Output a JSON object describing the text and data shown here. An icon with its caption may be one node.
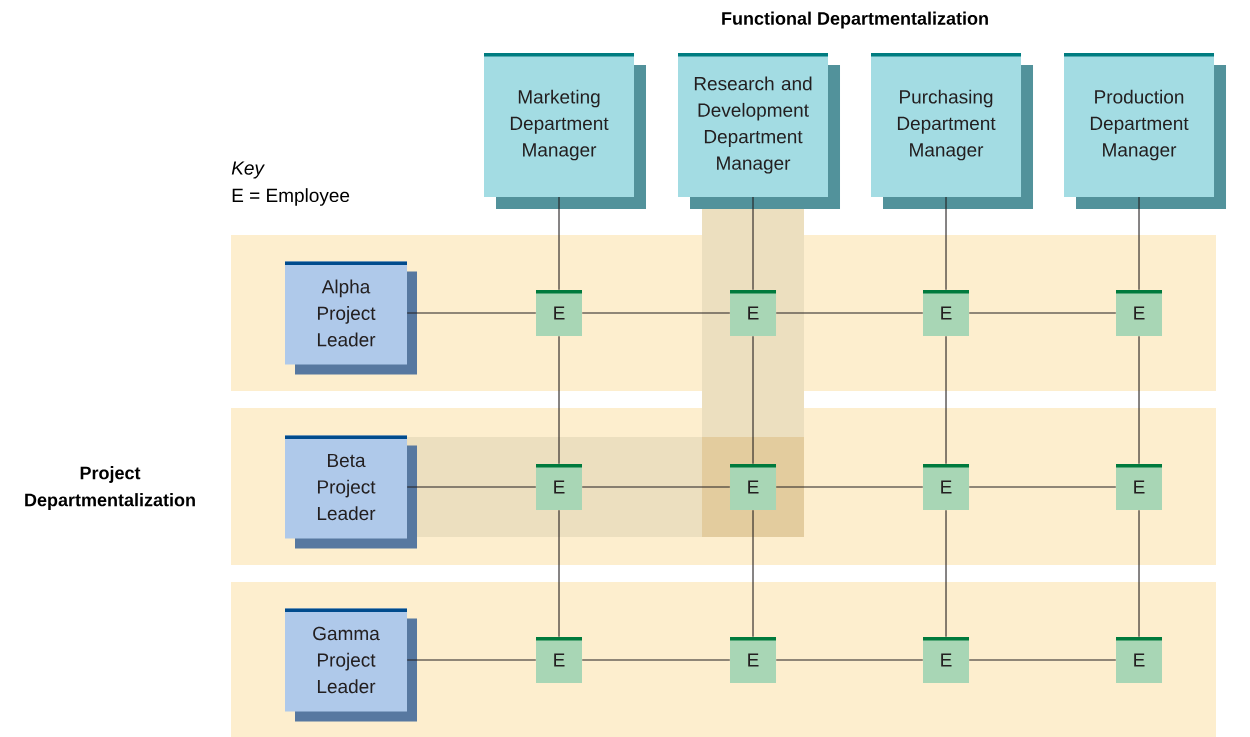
{
  "diagram": {
    "nodes": [
      {
        "text": [
          "Marketing Department Manager"
        ]
      },
      {
        "text": [
          "Research and Development Department Manager"
        ]
      },
      {
        "text": [
          "Purchasing Department Manager"
        ]
      },
      {
        "text": [
          "Production Department Manager"
        ]
      },
      {
        "text": [
          "Alpha Project Leader"
        ]
      },
      {
        "text": [
          "E"
        ]
      },
      {
        "text": [
          "E"
        ]
      },
      {
        "text": [
          "E"
        ]
      },
      {
        "text": [
          "E"
        ]
      },
      {
        "text": [
          "Beta Project Leader"
        ]
      },
      {
        "text": [
          "E"
        ]
      },
      {
        "text": [
          "E"
        ]
      },
      {
        "text": [
          "E"
        ]
      },
      {
        "text": [
          "E"
        ]
      },
      {
        "text": [
          "Gamma Project Leader"
        ]
      },
      {
        "text": [
          "E"
        ]
      },
      {
        "text": [
          "E"
        ]
      },
      {
        "text": [
          "E"
        ]
      },
      {
        "text": [
          "E"
        ]
      }
    ],
    "edges": [
      {
        "from": 4,
        "to": 5,
        "arrow": "none"
      },
      {
        "from": 5,
        "to": 6,
        "arrow": "none"
      },
      {
        "from": 6,
        "to": 7,
        "arrow": "none"
      },
      {
        "from": 7,
        "to": 8,
        "arrow": "none"
      },
      {
        "from": 9,
        "to": 10,
        "arrow": "none"
      },
      {
        "from": 10,
        "to": 11,
        "arrow": "none"
      },
      {
        "from": 11,
        "to": 12,
        "arrow": "none"
      },
      {
        "from": 12,
        "to": 13,
        "arrow": "none"
      },
      {
        "from": 14,
        "to": 15,
        "arrow": "none"
      },
      {
        "from": 15,
        "to": 16,
        "arrow": "none"
      },
      {
        "from": 16,
        "to": 17,
        "arrow": "none"
      },
      {
        "from": 17,
        "to": 18,
        "arrow": "none"
      },
      {
        "from": 0,
        "to": 5,
        "arrow": "none"
      },
      {
        "from": 5,
        "to": 10,
        "arrow": "none"
      },
      {
        "from": 10,
        "to": 15,
        "arrow": "none"
      },
      {
        "from": 1,
        "to": 6,
        "arrow": "none"
      },
      {
        "from": 6,
        "to": 11,
        "arrow": "none"
      },
      {
        "from": 11,
        "to": 16,
        "arrow": "none"
      },
      {
        "from": 2,
        "to": 7,
        "arrow": "none"
      },
      {
        "from": 7,
        "to": 12,
        "arrow": "none"
      },
      {
        "from": 12,
        "to": 17,
        "arrow": "none"
      },
      {
        "from": 3,
        "to": 8,
        "arrow": "none"
      },
      {
        "from": 8,
        "to": 13,
        "arrow": "none"
      },
      {
        "from": 13,
        "to": 18,
        "arrow": "none"
      }
    ],
    "labels": [
      "Functional Departmentalization",
      "Key",
      "E = Employee",
      "Project Departmentalization"
    ]
  }
}
